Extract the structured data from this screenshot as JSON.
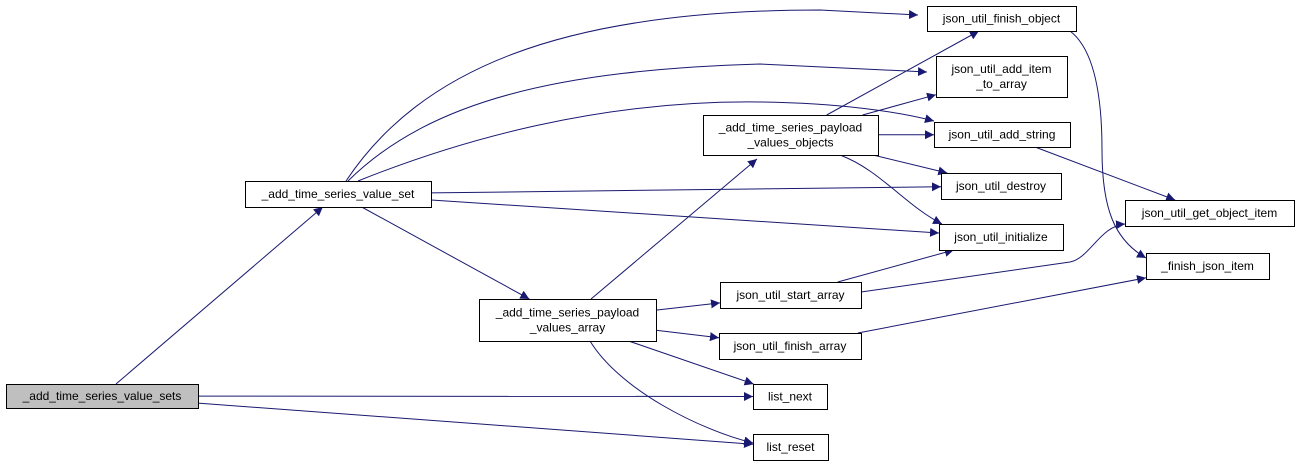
{
  "colors": {
    "edge": "#191970",
    "node_fill": "#ffffff",
    "root_fill": "#bfbfbf",
    "border": "#000000"
  },
  "nodes": [
    {
      "id": "root",
      "lines": [
        "_add_time_series_value_sets"
      ],
      "root": true
    },
    {
      "id": "value_set",
      "lines": [
        "_add_time_series_value_set"
      ]
    },
    {
      "id": "payload_values_array",
      "lines": [
        "_add_time_series_payload",
        "_values_array"
      ]
    },
    {
      "id": "payload_values_objects",
      "lines": [
        "_add_time_series_payload",
        "_values_objects"
      ]
    },
    {
      "id": "finish_object",
      "lines": [
        "json_util_finish_object"
      ]
    },
    {
      "id": "add_item_to_array",
      "lines": [
        "json_util_add_item",
        "_to_array"
      ]
    },
    {
      "id": "add_string",
      "lines": [
        "json_util_add_string"
      ]
    },
    {
      "id": "destroy",
      "lines": [
        "json_util_destroy"
      ]
    },
    {
      "id": "initialize",
      "lines": [
        "json_util_initialize"
      ]
    },
    {
      "id": "start_array",
      "lines": [
        "json_util_start_array"
      ]
    },
    {
      "id": "finish_array",
      "lines": [
        "json_util_finish_array"
      ]
    },
    {
      "id": "list_next",
      "lines": [
        "list_next"
      ]
    },
    {
      "id": "list_reset",
      "lines": [
        "list_reset"
      ]
    },
    {
      "id": "get_object_item",
      "lines": [
        "json_util_get_object_item"
      ]
    },
    {
      "id": "finish_json_item",
      "lines": [
        "_finish_json_item"
      ]
    }
  ],
  "edges": [
    [
      "root",
      "value_set"
    ],
    [
      "root",
      "list_next"
    ],
    [
      "root",
      "list_reset"
    ],
    [
      "value_set",
      "payload_values_array"
    ],
    [
      "value_set",
      "finish_object"
    ],
    [
      "value_set",
      "add_item_to_array"
    ],
    [
      "value_set",
      "add_string"
    ],
    [
      "value_set",
      "destroy"
    ],
    [
      "value_set",
      "initialize"
    ],
    [
      "payload_values_array",
      "payload_values_objects"
    ],
    [
      "payload_values_array",
      "start_array"
    ],
    [
      "payload_values_array",
      "finish_array"
    ],
    [
      "payload_values_array",
      "list_next"
    ],
    [
      "payload_values_array",
      "list_reset"
    ],
    [
      "payload_values_objects",
      "finish_object"
    ],
    [
      "payload_values_objects",
      "add_item_to_array"
    ],
    [
      "payload_values_objects",
      "add_string"
    ],
    [
      "payload_values_objects",
      "destroy"
    ],
    [
      "payload_values_objects",
      "initialize"
    ],
    [
      "finish_object",
      "finish_json_item"
    ],
    [
      "add_string",
      "get_object_item"
    ],
    [
      "start_array",
      "initialize"
    ],
    [
      "start_array",
      "get_object_item"
    ],
    [
      "finish_array",
      "finish_json_item"
    ]
  ]
}
